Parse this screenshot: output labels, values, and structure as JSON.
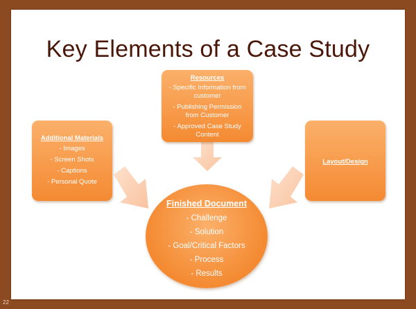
{
  "title": "Key Elements of a Case Study",
  "page_number": "22",
  "resources": {
    "heading": "Resources",
    "items": [
      "- Specific Information from",
      "customer",
      "- Publishing Permission",
      "from Customer",
      "- Approved Case Study",
      "Content"
    ]
  },
  "additional_materials": {
    "heading": "Additional Materials",
    "items": [
      "- Images",
      "- Screen Shots",
      "- Captions",
      "- Personal Quote"
    ]
  },
  "layout_design": {
    "heading": "Layout/Design"
  },
  "finished_document": {
    "heading": "Finished Document",
    "items": [
      "- Challenge",
      "- Solution",
      "- Goal/Critical Factors",
      "- Process",
      "- Results"
    ]
  },
  "colors": {
    "frame": "#8b4a1f",
    "box_orange": "#f48a32",
    "arrow": "#fbd0b0",
    "title": "#4a1608"
  }
}
